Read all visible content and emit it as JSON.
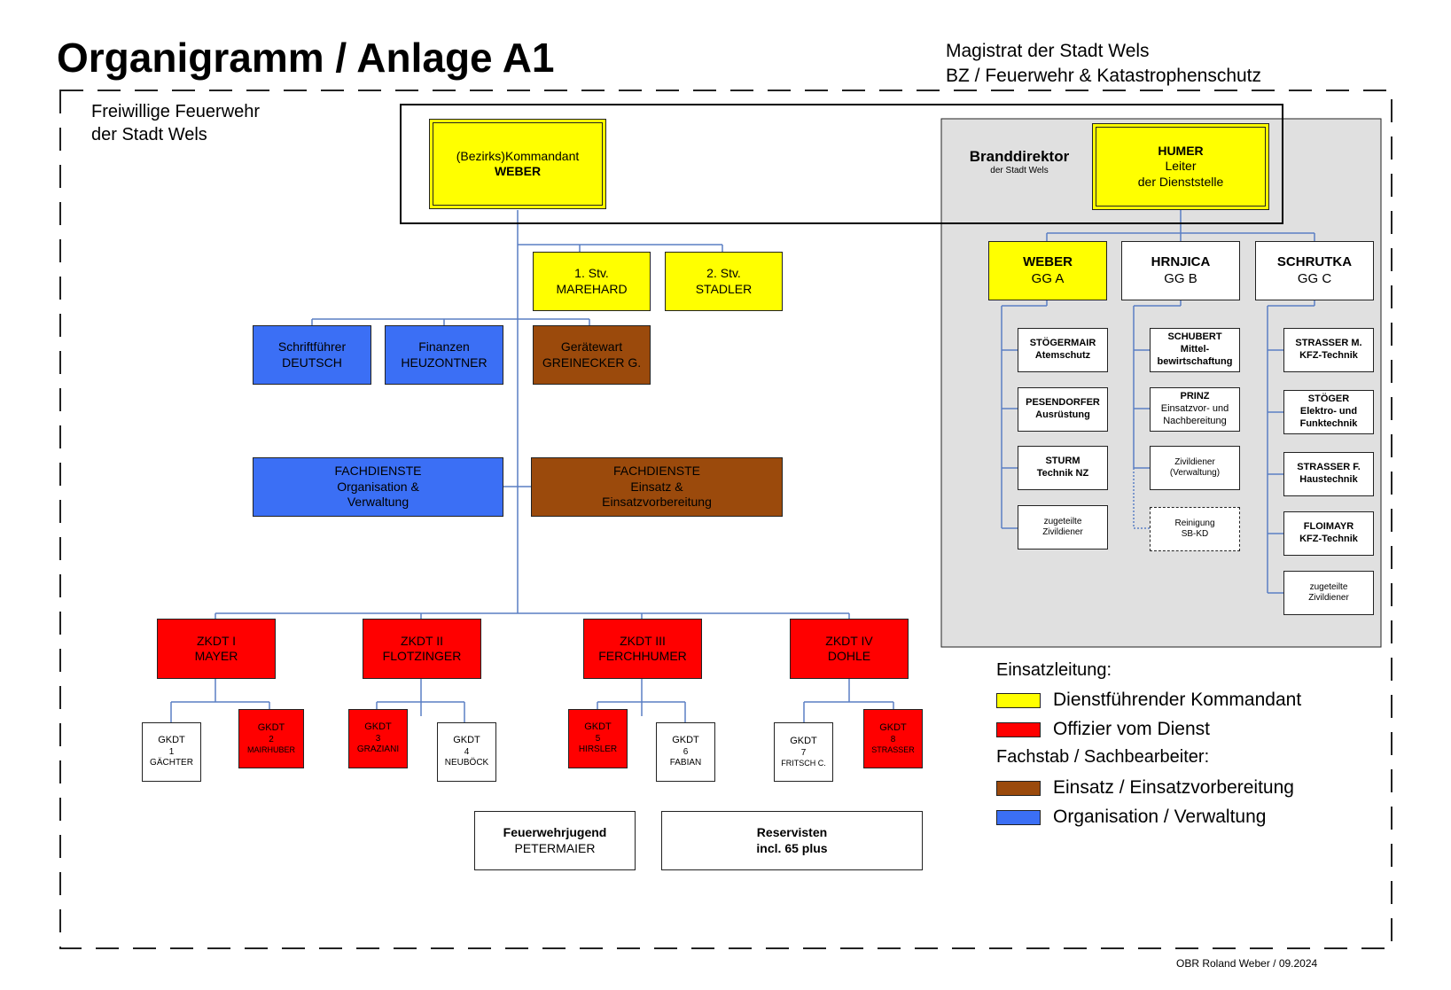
{
  "title": "Organigramm / Anlage A1",
  "header_right": {
    "line1": "Magistrat der Stadt Wels",
    "line2": "BZ / Feuerwehr & Katastrophenschutz"
  },
  "ff_label": {
    "line1": "Freiwillige Feuerwehr",
    "line2": "der Stadt Wels"
  },
  "kommandant": {
    "role": "(Bezirks)Kommandant",
    "name": "WEBER"
  },
  "stv1": {
    "role": "1. Stv.",
    "name": "MAREHARD"
  },
  "stv2": {
    "role": "2. Stv.",
    "name": "STADLER"
  },
  "schriftfuehrer": {
    "role": "Schriftführer",
    "name": "DEUTSCH"
  },
  "finanzen": {
    "role": "Finanzen",
    "name": "HEUZONTNER"
  },
  "geraetewart": {
    "role": "Gerätewart",
    "name": "GREINECKER G."
  },
  "fd_org": {
    "line1": "FACHDIENSTE",
    "line2": "Organisation &",
    "line3": "Verwaltung"
  },
  "fd_einsatz": {
    "line1": "FACHDIENSTE",
    "line2": "Einsatz &",
    "line3": "Einsatzvorbereitung"
  },
  "zkdt": [
    {
      "role": "ZKDT I",
      "name": "MAYER"
    },
    {
      "role": "ZKDT II",
      "name": "FLOTZINGER"
    },
    {
      "role": "ZKDT III",
      "name": "FERCHHUMER"
    },
    {
      "role": "ZKDT IV",
      "name": "DOHLE"
    }
  ],
  "gkdt": [
    {
      "role": "GKDT",
      "num": "1",
      "name": "GÄCHTER"
    },
    {
      "role": "GKDT",
      "num": "2",
      "name": "MAIRHUBER"
    },
    {
      "role": "GKDT",
      "num": "3",
      "name": "GRAZIANI"
    },
    {
      "role": "GKDT",
      "num": "4",
      "name": "NEUBÖCK"
    },
    {
      "role": "GKDT",
      "num": "5",
      "name": "HIRSLER"
    },
    {
      "role": "GKDT",
      "num": "6",
      "name": "FABIAN"
    },
    {
      "role": "GKDT",
      "num": "7",
      "name": "FRITSCH C."
    },
    {
      "role": "GKDT",
      "num": "8",
      "name": "STRASSER"
    }
  ],
  "jugend": {
    "role": "Feuerwehrjugend",
    "name": "PETERMAIER"
  },
  "reservisten": {
    "line1": "Reservisten",
    "line2": "incl. 65 plus"
  },
  "branddirektor": {
    "title": "Branddirektor",
    "sub": "der Stadt Wels"
  },
  "humer": {
    "name": "HUMER",
    "line2": "Leiter",
    "line3": "der Dienststelle"
  },
  "groups": [
    {
      "name": "WEBER",
      "sub": "GG A"
    },
    {
      "name": "HRNJICA",
      "sub": "GG B"
    },
    {
      "name": "SCHRUTKA",
      "sub": "GG C"
    }
  ],
  "gga": [
    {
      "l1": "STÖGERMAIR",
      "l2": "Atemschutz"
    },
    {
      "l1": "PESENDORFER",
      "l2": "Ausrüstung"
    },
    {
      "l1": "STURM",
      "l2": "Technik NZ"
    },
    {
      "l1": "zugeteilte",
      "l2": "Zivildiener"
    }
  ],
  "ggb": [
    {
      "l1": "SCHUBERT",
      "l2": "Mittel-",
      "l3": "bewirtschaftung"
    },
    {
      "l1": "PRINZ",
      "l2": "Einsatzvor- und",
      "l3": "Nachbereitung"
    },
    {
      "l1": "Zivildiener",
      "l2": "(Verwaltung)"
    },
    {
      "l1": "Reinigung",
      "l2": "SB-KD"
    }
  ],
  "ggc": [
    {
      "l1": "STRASSER M.",
      "l2": "KFZ-Technik"
    },
    {
      "l1": "STÖGER",
      "l2": "Elektro- und",
      "l3": "Funktechnik"
    },
    {
      "l1": "STRASSER F.",
      "l2": "Haustechnik"
    },
    {
      "l1": "FLOIMAYR",
      "l2": "KFZ-Technik"
    },
    {
      "l1": "zugeteilte",
      "l2": "Zivildiener"
    }
  ],
  "legend": {
    "heading1": "Einsatzleitung:",
    "item1": "Dienstführender Kommandant",
    "item2": "Offizier vom Dienst",
    "heading2": "Fachstab / Sachbearbeiter:",
    "item3": "Einsatz / Einsatzvorbereitung",
    "item4": "Organisation / Verwaltung",
    "colors": {
      "yellow": "#ffff00",
      "red": "#ff0000",
      "brown": "#9b4a0c",
      "blue": "#3b6ff5"
    }
  },
  "footer": "OBR Roland Weber / 09.2024"
}
